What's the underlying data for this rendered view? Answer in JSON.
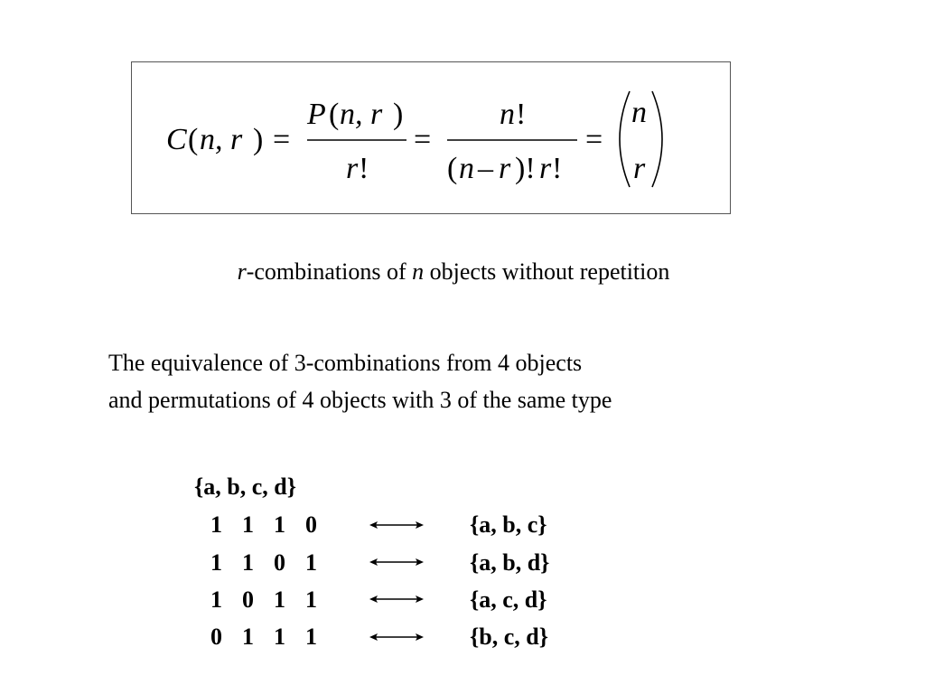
{
  "formula": {
    "lhs_fn": "C",
    "lhs_open": "(",
    "lhs_args": "n, r",
    "lhs_close": ")",
    "eq": "=",
    "frac1_num_fn": "P",
    "frac1_num_open": "(",
    "frac1_num_args": "n, r",
    "frac1_num_close": ")",
    "frac1_den_var": "r",
    "bang": "!",
    "frac2_num_var": "n",
    "frac2_den_open": "(",
    "frac2_den_n": "n",
    "frac2_den_minus": "–",
    "frac2_den_r": "r",
    "frac2_den_close_bang": ")!",
    "frac2_den_r2": "r",
    "binom_top": "n",
    "binom_bottom": "r"
  },
  "subtitle": {
    "var_r": "r",
    "middle": "-combinations of ",
    "var_n": "n",
    "end": " objects without repetition"
  },
  "description": {
    "line1": "The equivalence of 3-combinations from 4 objects",
    "line2": "and permutations of 4 objects with 3 of the same type"
  },
  "set_header": "{a, b, c, d}",
  "rows": [
    {
      "bits": [
        "1",
        "1",
        "1",
        "0"
      ],
      "subset": "{a, b, c}"
    },
    {
      "bits": [
        "1",
        "1",
        "0",
        "1"
      ],
      "subset": "{a, b, d}"
    },
    {
      "bits": [
        "1",
        "0",
        "1",
        "1"
      ],
      "subset": "{a, c, d}"
    },
    {
      "bits": [
        "0",
        "1",
        "1",
        "1"
      ],
      "subset": "{b, c, d}"
    }
  ],
  "arrow_icon": "double-headed-arrow-icon"
}
